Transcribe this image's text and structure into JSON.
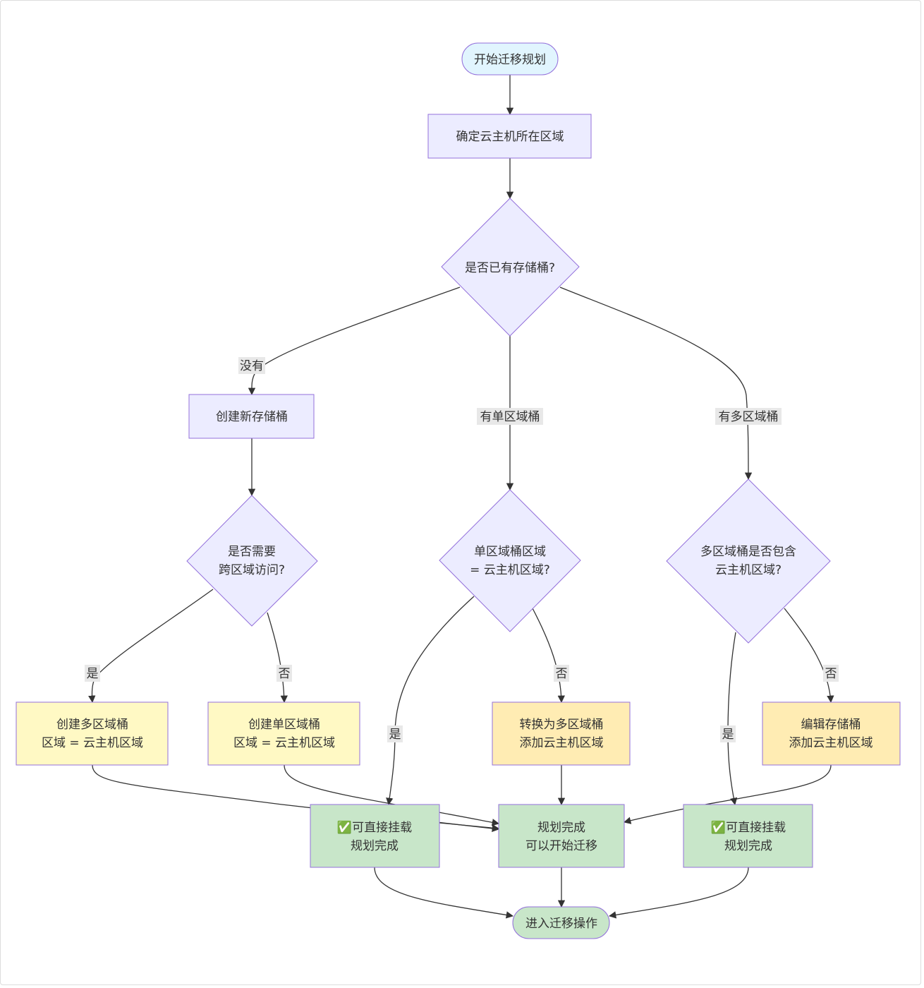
{
  "nodes": {
    "start": {
      "lines": [
        "开始迁移规划"
      ]
    },
    "region": {
      "lines": [
        "确定云主机所在区域"
      ]
    },
    "has_bucket": {
      "lines": [
        "是否已有存储桶?"
      ]
    },
    "create_new": {
      "lines": [
        "创建新存储桶"
      ]
    },
    "cross_region": {
      "lines": [
        "是否需要",
        "跨区域访问?"
      ]
    },
    "single_eq": {
      "lines": [
        "单区域桶区域",
        "= 云主机区域?"
      ]
    },
    "multi_contains": {
      "lines": [
        "多区域桶是否包含",
        "云主机区域?"
      ]
    },
    "create_multi": {
      "lines": [
        "创建多区域桶",
        "区域 = 云主机区域"
      ]
    },
    "create_single": {
      "lines": [
        "创建单区域桶",
        "区域 = 云主机区域"
      ]
    },
    "convert_multi": {
      "lines": [
        "转换为多区域桶",
        "添加云主机区域"
      ]
    },
    "edit_bucket": {
      "lines": [
        "编辑存储桶",
        "添加云主机区域"
      ]
    },
    "mount_a": {
      "lines": [
        "✅可直接挂载",
        "规划完成"
      ]
    },
    "done": {
      "lines": [
        "规划完成",
        "可以开始迁移"
      ]
    },
    "mount_b": {
      "lines": [
        "✅可直接挂载",
        "规划完成"
      ]
    },
    "enter": {
      "lines": [
        "进入迁移操作"
      ]
    }
  },
  "edge_labels": {
    "none": "没有",
    "single": "有单区域桶",
    "multi": "有多区域桶",
    "cross_yes": "是",
    "cross_no": "否",
    "single_yes": "是",
    "single_no": "否",
    "multi_yes": "是",
    "multi_no": "否"
  },
  "colors": {
    "process_fill": "#ececff",
    "process_stroke": "#9370db",
    "start_fill": "#e1f5fe",
    "yellow_fill": "#fff9c4",
    "orange_fill": "#ffecb3",
    "green_fill": "#c8e6c9",
    "edge": "#333333"
  }
}
